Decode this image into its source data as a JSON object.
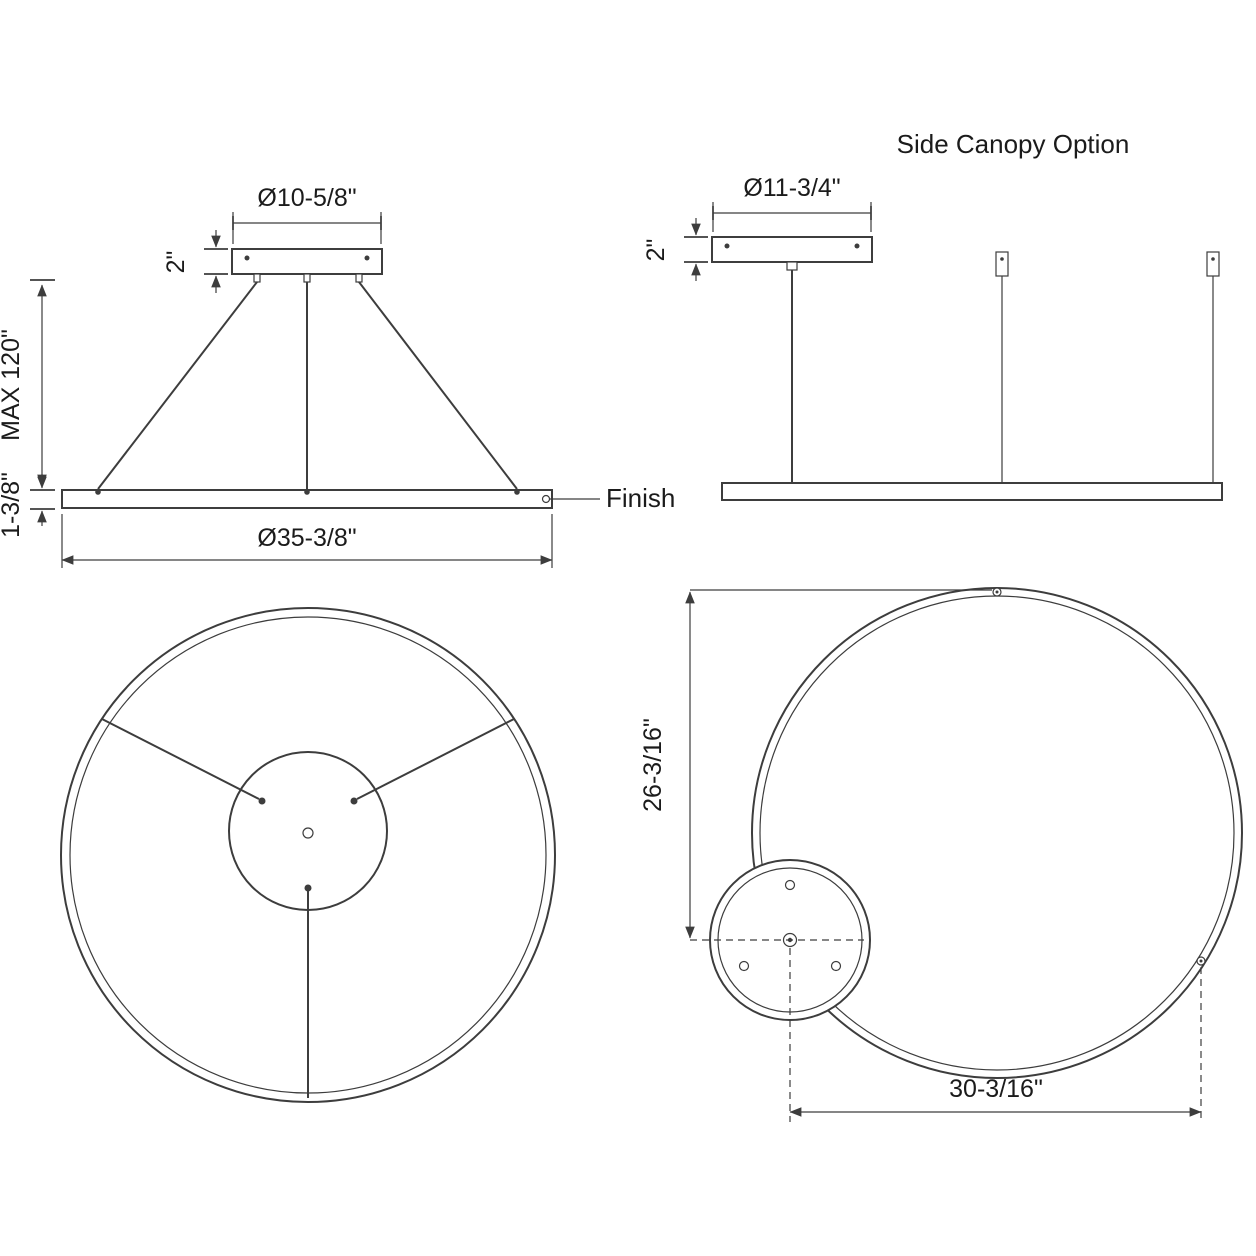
{
  "title": "Side Canopy Option",
  "colors": {
    "line": "#3d3d3d",
    "text": "#1b1b1b",
    "background": "#ffffff"
  },
  "side_view": {
    "canopy_diameter": "Ø10-5/8\"",
    "canopy_height": "2\"",
    "max_height": "MAX 120\"",
    "ring_height": "1-3/8\"",
    "ring_diameter": "Ø35-3/8\"",
    "finish_label": "Finish"
  },
  "side_canopy_view": {
    "canopy_diameter": "Ø11-3/4\"",
    "canopy_height": "2\""
  },
  "plan_side_canopy": {
    "offset_vertical": "26-3/16\"",
    "offset_horizontal": "30-3/16\""
  }
}
